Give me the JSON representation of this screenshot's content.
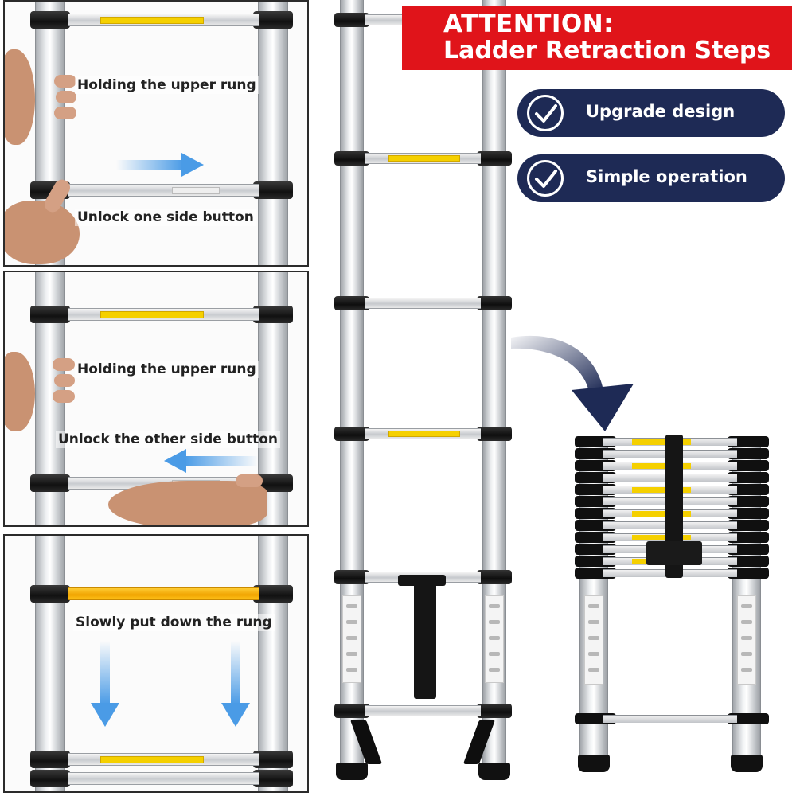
{
  "banner": {
    "line1": "ATTENTION:",
    "line2": "Ladder Retraction Steps",
    "color": "#e0141a"
  },
  "features": [
    {
      "icon": "check-circle-icon",
      "label": "Upgrade design"
    },
    {
      "icon": "check-circle-icon",
      "label": "Simple operation"
    }
  ],
  "steps": [
    {
      "top_text": "Holding the upper rung",
      "bottom_text": "Unlock one side button",
      "arrow": "right"
    },
    {
      "top_text": "Holding the upper rung",
      "bottom_text": "Unlock the other side button",
      "arrow": "left"
    },
    {
      "text": "Slowly put down the rung",
      "arrow": "down"
    }
  ],
  "colors": {
    "pill": "#1e2a55",
    "arrow_blue": "#4a9be6",
    "curved_arrow": "#1e2a55",
    "rung_warning": "#f5d000"
  }
}
